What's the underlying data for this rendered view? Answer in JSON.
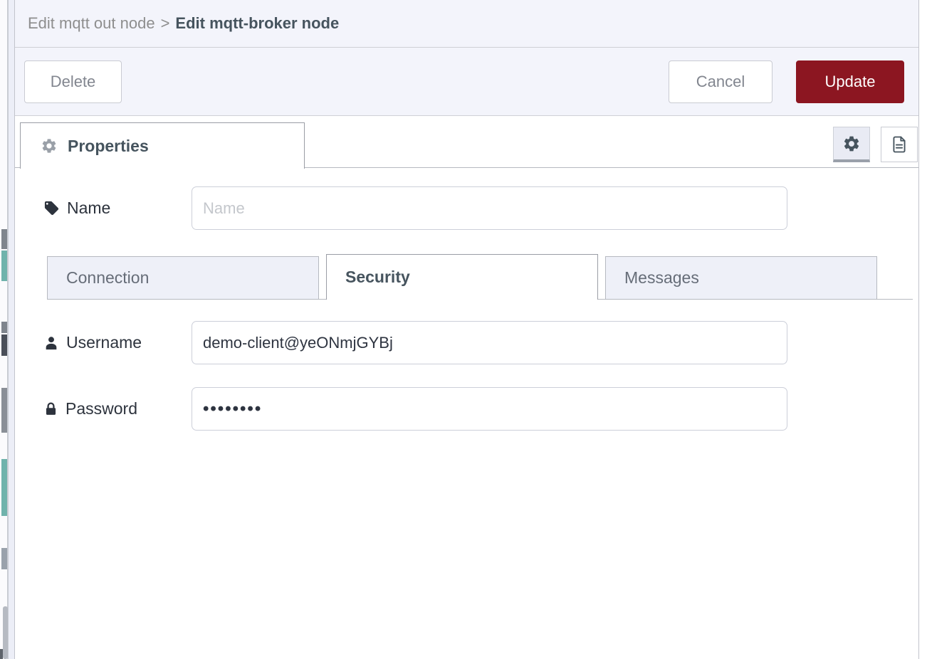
{
  "breadcrumb": {
    "parent": "Edit mqtt out node",
    "separator": ">",
    "current": "Edit mqtt-broker node"
  },
  "toolbar": {
    "delete": "Delete",
    "cancel": "Cancel",
    "update": "Update"
  },
  "editor_tabs": {
    "properties": "Properties"
  },
  "icons": {
    "properties_tab": "gear-icon",
    "node_settings_button": "gear-icon",
    "node_description_button": "document-icon",
    "name_field": "tag-icon",
    "username_field": "user-icon",
    "password_field": "lock-icon"
  },
  "form": {
    "name": {
      "label": "Name",
      "placeholder": "Name",
      "value": ""
    },
    "section_tabs": [
      {
        "label": "Connection",
        "active": false
      },
      {
        "label": "Security",
        "active": true
      },
      {
        "label": "Messages",
        "active": false
      }
    ],
    "username": {
      "label": "Username",
      "value": "demo-client@yeONmjGYBj"
    },
    "password": {
      "label": "Password",
      "masked_value": "••••••••"
    }
  },
  "colors": {
    "update_button": "#8c1621",
    "header_bg": "#f3f4fb",
    "inactive_tab_bg": "#eef0f8",
    "active_text": "#46545e",
    "palette_teal": "#6fb3ac"
  }
}
